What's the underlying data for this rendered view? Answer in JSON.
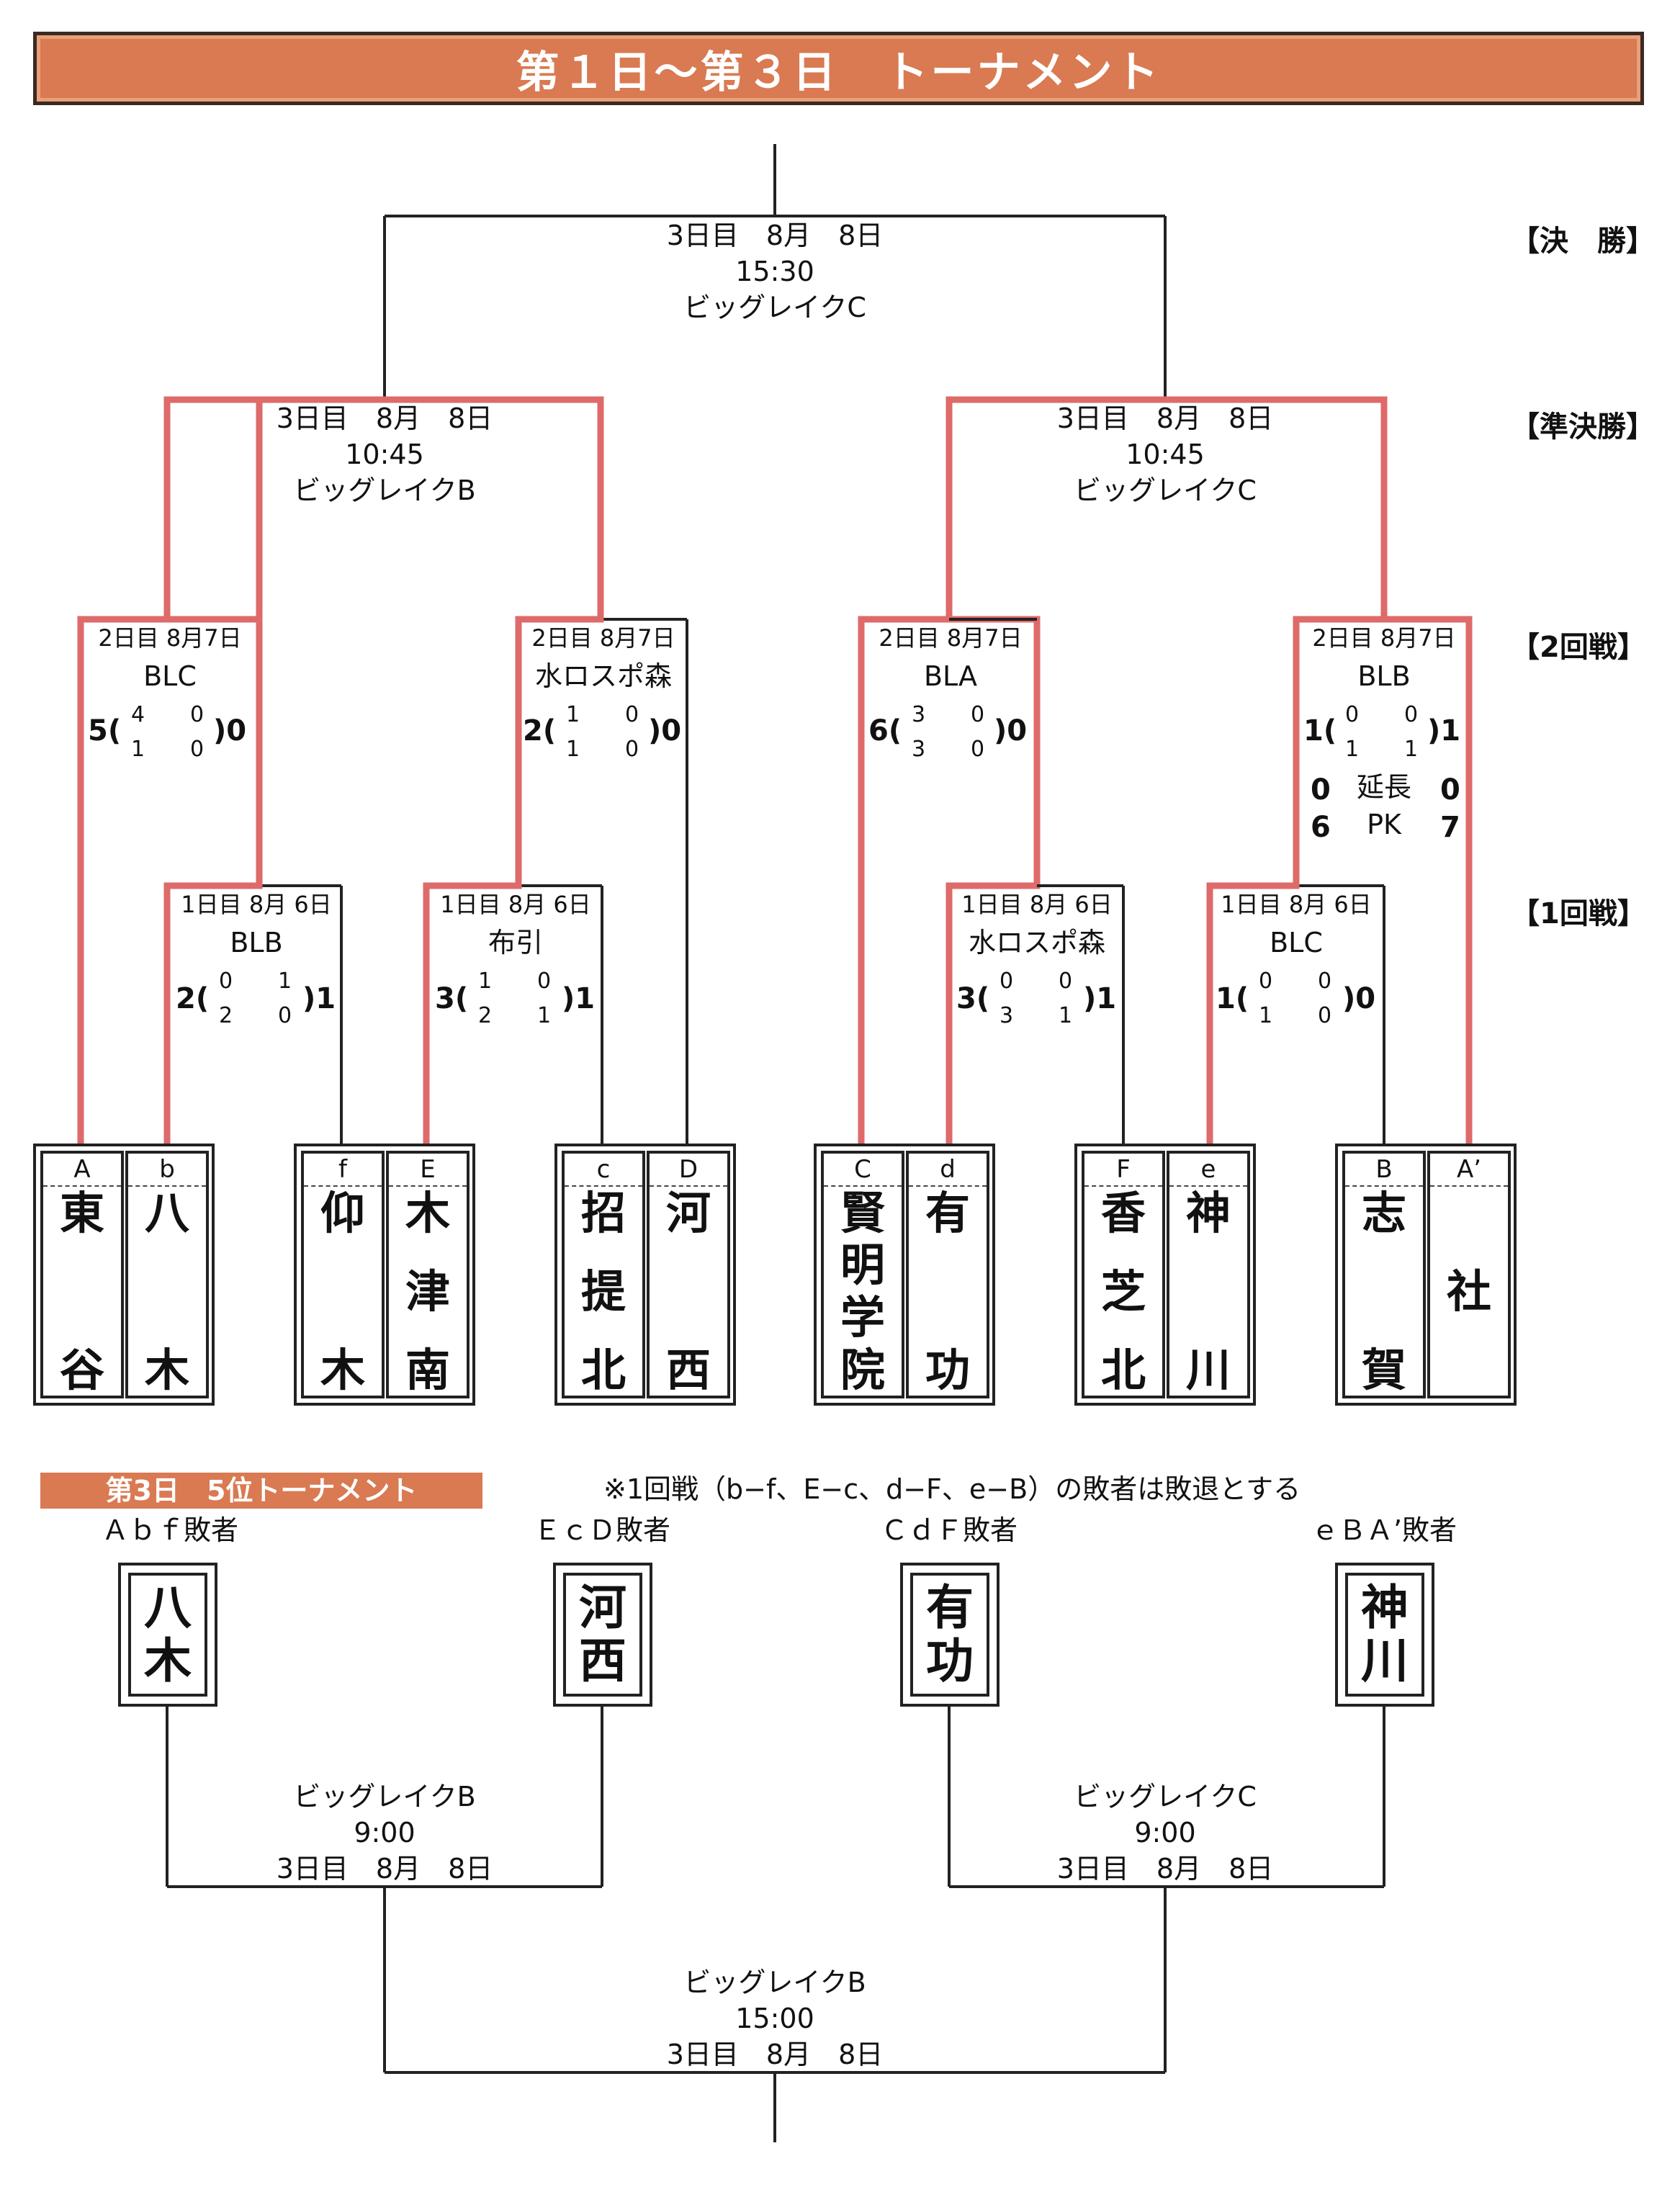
{
  "title": "第１日～第３日　トーナメント",
  "rounds": {
    "final": "【決　勝】",
    "semi": "【準決勝】",
    "second": "【2回戦】",
    "first": "【1回戦】"
  },
  "final": {
    "day": "3日目　8月　8日",
    "time": "15:30",
    "venue": "ビッグレイクC"
  },
  "semi_left": {
    "day": "3日目　8月　8日",
    "time": "10:45",
    "venue": "ビッグレイクB"
  },
  "semi_right": {
    "day": "3日目　8月　8日",
    "time": "10:45",
    "venue": "ビッグレイクC"
  },
  "second_round": [
    {
      "day": "2日目 8月7日",
      "venue": "BLC",
      "left": "5(",
      "right": ")0",
      "h1": "4",
      "h1b": "0",
      "h2": "1",
      "h2b": "0"
    },
    {
      "day": "2日目 8月7日",
      "venue": "水ロスポ森",
      "left": "2(",
      "right": ")0",
      "h1": "1",
      "h1b": "0",
      "h2": "1",
      "h2b": "0"
    },
    {
      "day": "2日目 8月7日",
      "venue": "BLA",
      "left": "6(",
      "right": ")0",
      "h1": "3",
      "h1b": "0",
      "h2": "3",
      "h2b": "0"
    },
    {
      "day": "2日目 8月7日",
      "venue": "BLB",
      "left": "1(",
      "right": ")1",
      "h1": "0",
      "h1b": "0",
      "h2": "1",
      "h2b": "1",
      "et_label": "延長",
      "et_left": "0",
      "et_right": "0",
      "pk_label": "PK",
      "pk_left": "6",
      "pk_right": "7"
    }
  ],
  "first_round": [
    {
      "day": "1日目 8月 6日",
      "venue": "BLB",
      "left": "2(",
      "right": ")1",
      "h1": "0",
      "h1b": "1",
      "h2": "2",
      "h2b": "0"
    },
    {
      "day": "1日目 8月 6日",
      "venue": "布引",
      "left": "3(",
      "right": ")1",
      "h1": "1",
      "h1b": "0",
      "h2": "2",
      "h2b": "1"
    },
    {
      "day": "1日目 8月 6日",
      "venue": "水ロスポ森",
      "left": "3(",
      "right": ")1",
      "h1": "0",
      "h1b": "0",
      "h2": "3",
      "h2b": "1"
    },
    {
      "day": "1日目 8月 6日",
      "venue": "BLC",
      "left": "1(",
      "right": ")0",
      "h1": "0",
      "h1b": "0",
      "h2": "1",
      "h2b": "0"
    }
  ],
  "teams": [
    {
      "code": "A",
      "chars": [
        "東",
        "谷"
      ]
    },
    {
      "code": "b",
      "chars": [
        "八",
        "木"
      ]
    },
    {
      "code": "f",
      "chars": [
        "仰",
        "木"
      ]
    },
    {
      "code": "E",
      "chars": [
        "木",
        "津",
        "南"
      ]
    },
    {
      "code": "c",
      "chars": [
        "招",
        "提",
        "北"
      ]
    },
    {
      "code": "D",
      "chars": [
        "河",
        "西"
      ]
    },
    {
      "code": "C",
      "chars": [
        "賢",
        "明",
        "学",
        "院"
      ]
    },
    {
      "code": "d",
      "chars": [
        "有",
        "功"
      ]
    },
    {
      "code": "F",
      "chars": [
        "香",
        "芝",
        "北"
      ]
    },
    {
      "code": "e",
      "chars": [
        "神",
        "川"
      ]
    },
    {
      "code": "B",
      "chars": [
        "志",
        "賀"
      ]
    },
    {
      "code": "A’",
      "chars": [
        "社"
      ]
    }
  ],
  "fifth": {
    "title": "第3日　5位トーナメント",
    "note": "※1回戦（b−f、E−c、d−F、e−B）の敗者は敗退とする",
    "groups": [
      {
        "label": "Ａｂｆ敗者",
        "chars": [
          "八",
          "木"
        ]
      },
      {
        "label": "ＥｃＤ敗者",
        "chars": [
          "河",
          "西"
        ]
      },
      {
        "label": "ＣｄＦ敗者",
        "chars": [
          "有",
          "功"
        ]
      },
      {
        "label": "ｅＢＡ’敗者",
        "chars": [
          "神",
          "川"
        ]
      }
    ],
    "match_left": {
      "venue": "ビッグレイクB",
      "time": "9:00",
      "day": "3日目　8月　8日"
    },
    "match_right": {
      "venue": "ビッグレイクC",
      "time": "9:00",
      "day": "3日目　8月　8日"
    },
    "match_final": {
      "venue": "ビッグレイクB",
      "time": "15:00",
      "day": "3日目　8月　8日"
    }
  },
  "colors": {
    "accent": "#d97a52",
    "winner_line": "#de6a6a",
    "line": "#222222"
  }
}
